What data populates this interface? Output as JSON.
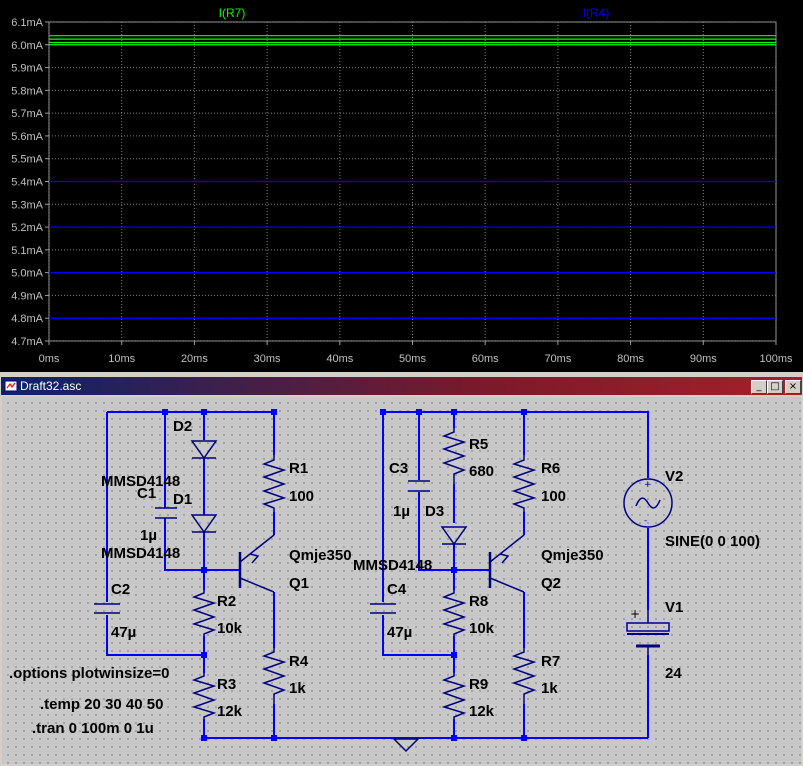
{
  "plot": {
    "traces": [
      {
        "name": "I(R7)",
        "color": "#00ff00"
      },
      {
        "name": "I(R4)",
        "color": "#0000ff"
      }
    ],
    "y_ticks": [
      "6.1mA",
      "6.0mA",
      "5.9mA",
      "5.8mA",
      "5.7mA",
      "5.6mA",
      "5.5mA",
      "5.4mA",
      "5.3mA",
      "5.2mA",
      "5.1mA",
      "5.0mA",
      "4.9mA",
      "4.8mA",
      "4.7mA"
    ],
    "x_ticks": [
      "0ms",
      "10ms",
      "20ms",
      "30ms",
      "40ms",
      "50ms",
      "60ms",
      "70ms",
      "80ms",
      "90ms",
      "100ms"
    ],
    "colors": {
      "background": "#000000",
      "grid": "#808080",
      "text": "#c0c0c0"
    }
  },
  "chart_data": {
    "type": "line",
    "x_range_ms": [
      0,
      100
    ],
    "y_range_mA": [
      4.7,
      6.1
    ],
    "grid": true,
    "series": [
      {
        "name": "I(R7)",
        "color": "#00ff00",
        "x": [
          0,
          100
        ],
        "levels_mA": [
          6.04,
          6.025,
          6.01,
          6.0
        ]
      },
      {
        "name": "I(R4)",
        "color": "#0000ff",
        "x": [
          0,
          100
        ],
        "levels_mA": [
          5.4,
          5.2,
          5.0,
          4.8
        ]
      }
    ]
  },
  "window": {
    "title": "Draft32.asc",
    "min_symbol": "_",
    "max_symbol": "□",
    "close_symbol": "×"
  },
  "schematic": {
    "labels": {
      "D2": "D2",
      "D1": "D1",
      "D1_model": "MMSD4148",
      "D2_model": "MMSD4148",
      "C1": "C1",
      "C1_value": "1µ",
      "R1": "R1",
      "R1_value": "100",
      "Q1_model": "Qmje350",
      "Q1": "Q1",
      "C2": "C2",
      "C2_value": "47µ",
      "R2": "R2",
      "R2_value": "10k",
      "R4": "R4",
      "R4_value": "1k",
      "R3": "R3",
      "R3_value": "12k",
      "C3": "C3",
      "C3_value": "1µ",
      "R5": "R5",
      "R5_value": "680",
      "D3": "D3",
      "D3_model": "MMSD4148",
      "R6": "R6",
      "R6_value": "100",
      "Q2_model": "Qmje350",
      "Q2": "Q2",
      "C4": "C4",
      "C4_value": "47µ",
      "R8": "R8",
      "R8_value": "10k",
      "R7": "R7",
      "R7_value": "1k",
      "R9": "R9",
      "R9_value": "12k",
      "V2": "V2",
      "V2_value": "SINE(0 0 100)",
      "V1": "V1",
      "V1_value": "24",
      "plus": "+"
    },
    "directives": {
      "options": ".options plotwinsize=0",
      "temp": ".temp 20 30 40 50",
      "tran": ".tran 0 100m 0 1u"
    },
    "colors": {
      "wire": "#0000ff",
      "component": "#000080",
      "junction": "#0000ff",
      "text": "#000000"
    }
  }
}
